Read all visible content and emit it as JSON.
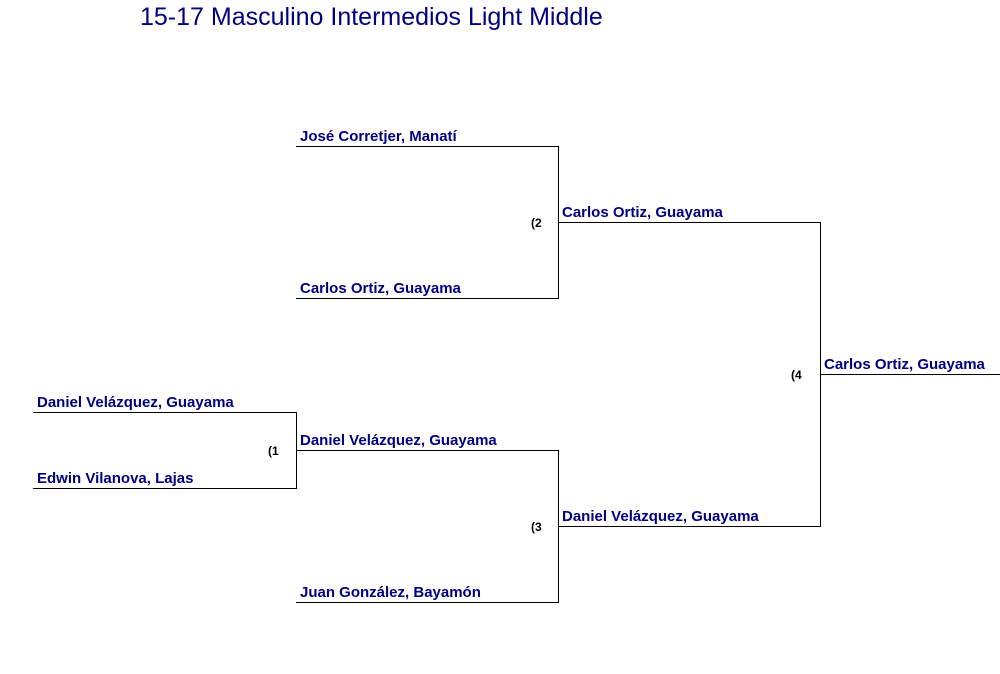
{
  "title": "15-17 Masculino Intermedios Light Middle",
  "colors": {
    "name_text": "#000080",
    "lines": "#000000",
    "bout_text": "#000000"
  },
  "round1": {
    "bout_label": "(1",
    "top": "Daniel Velázquez, Guayama",
    "bottom": "Edwin Vilanova, Lajas"
  },
  "round2": {
    "bout2": {
      "label": "(2",
      "top": "José Corretjer, Manatí",
      "bottom": "Carlos Ortiz, Guayama"
    },
    "bout3": {
      "label": "(3",
      "top": "Daniel Velázquez, Guayama",
      "bottom": "Juan González, Bayamón"
    }
  },
  "semis": {
    "bout4_label": "(4",
    "top": "Carlos Ortiz, Guayama",
    "bottom": "Daniel Velázquez, Guayama"
  },
  "champion": "Carlos Ortiz, Guayama"
}
